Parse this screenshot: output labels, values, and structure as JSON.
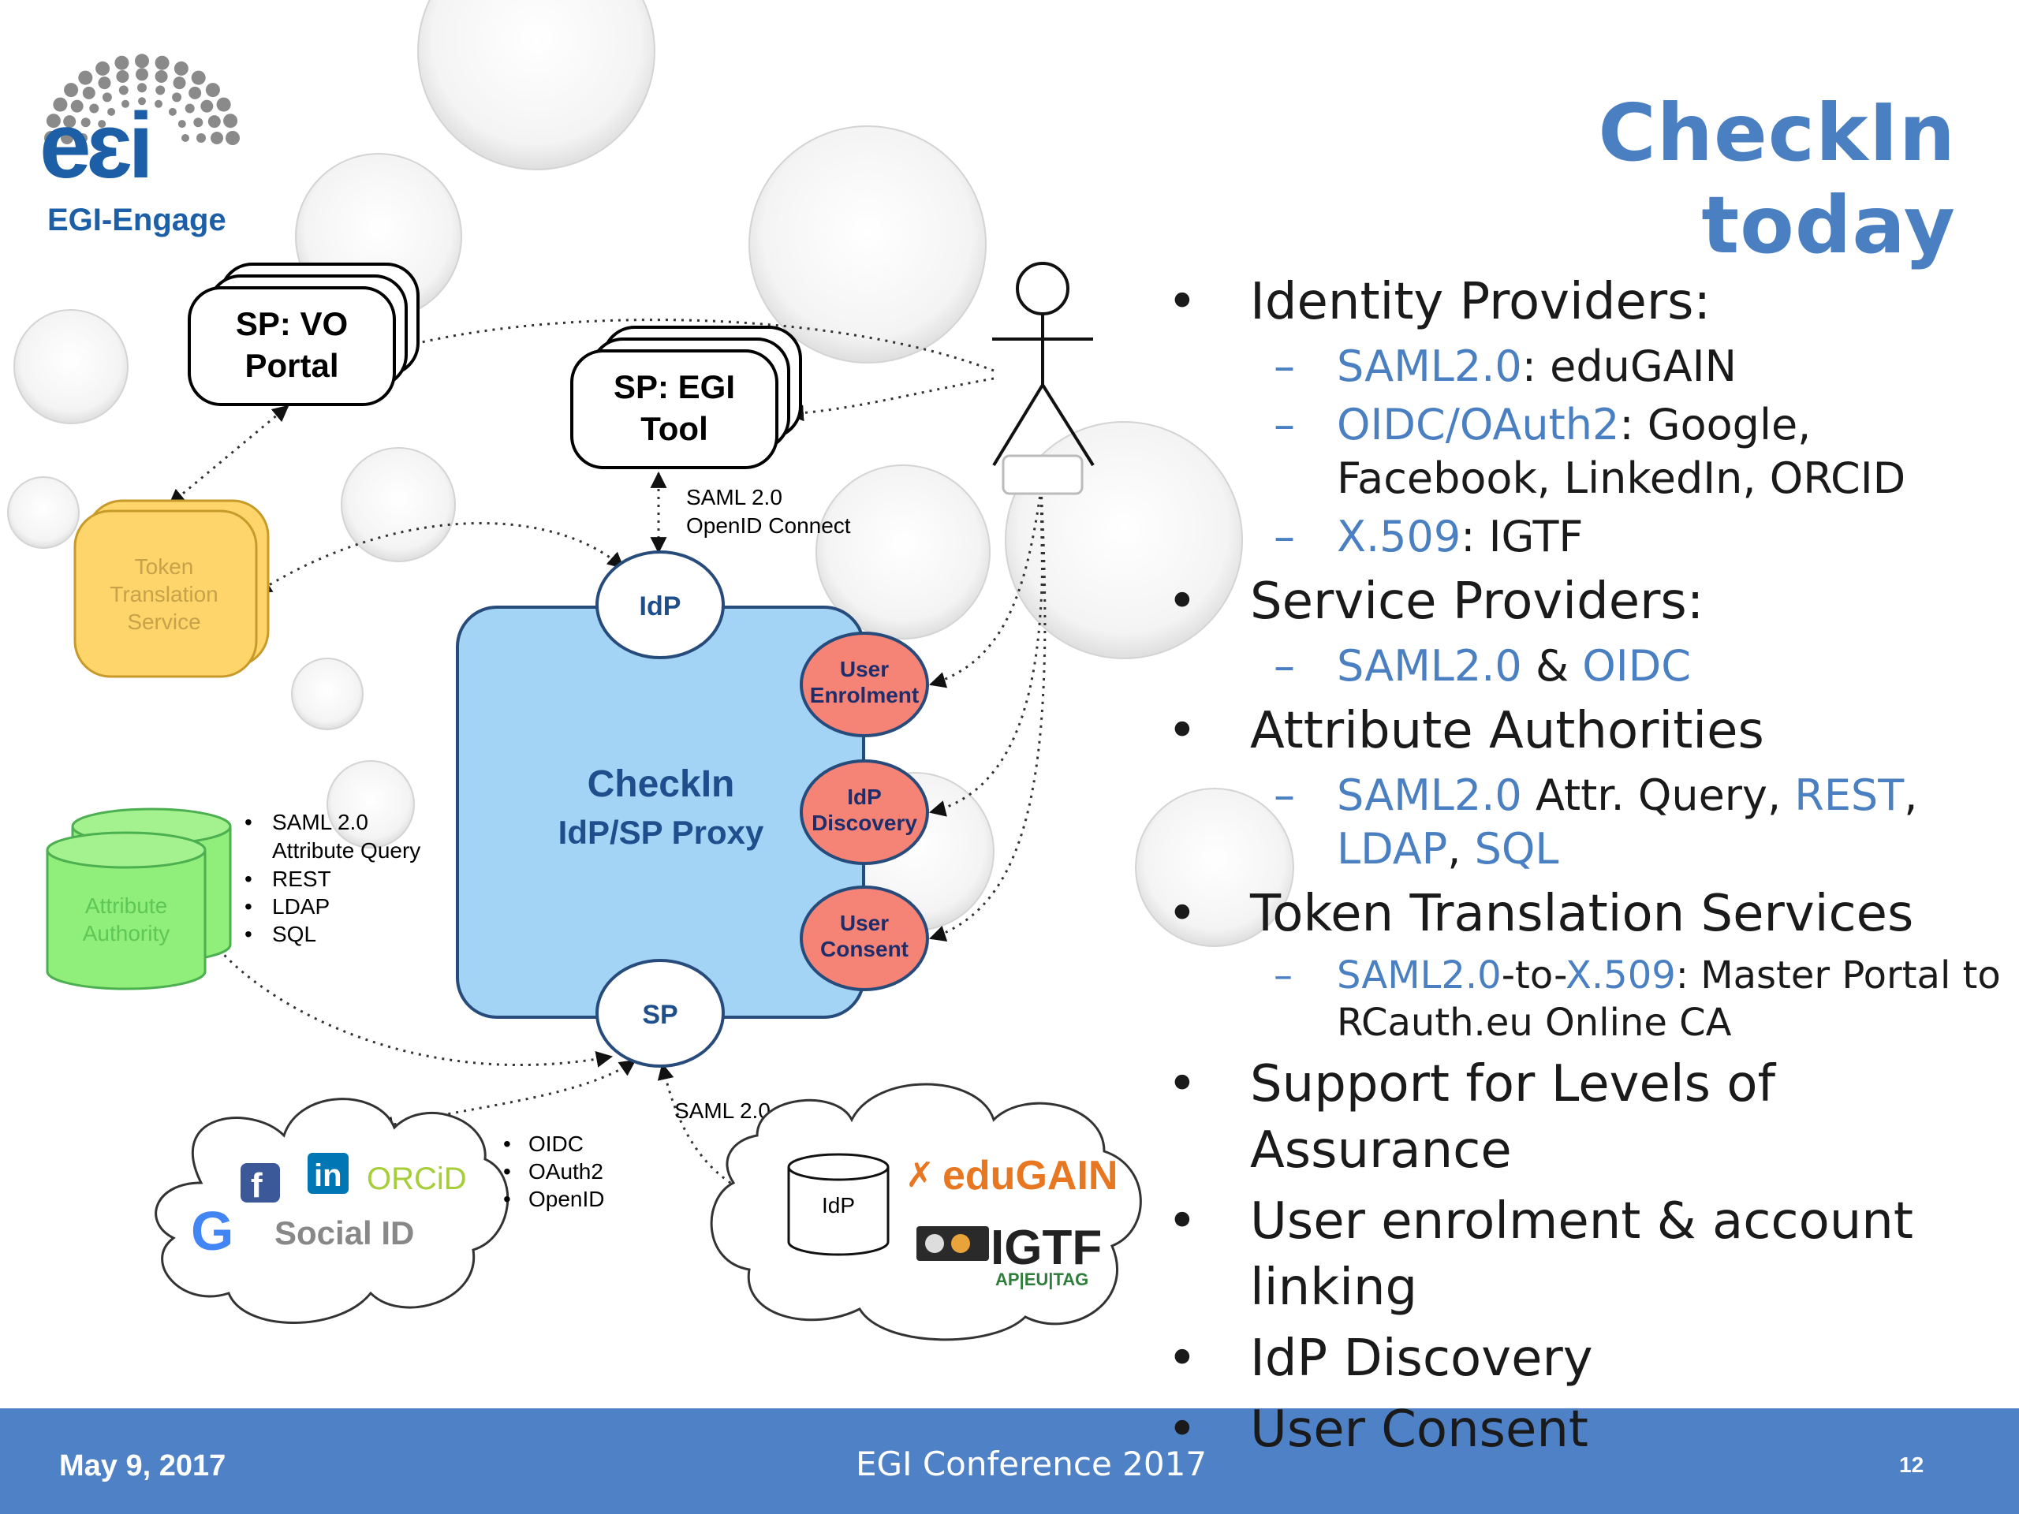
{
  "slide": {
    "title": "CheckIn today",
    "logo": {
      "text": "EGI-Engage",
      "brand_color": "#1d5fa6"
    }
  },
  "diagram": {
    "sp_vo": [
      "SP: VO",
      "Portal"
    ],
    "sp_egi": [
      "SP: EGI",
      "Tool"
    ],
    "sp_egi_protocols": [
      "SAML 2.0",
      "OpenID Connect"
    ],
    "token_translation": [
      "Token",
      "Translation",
      "Service"
    ],
    "attribute_authority": [
      "Attribute",
      "Authority"
    ],
    "aa_protocols": [
      "SAML 2.0",
      "Attribute Query",
      "REST",
      "LDAP",
      "SQL"
    ],
    "proxy": [
      "CheckIn",
      "IdP/SP Proxy"
    ],
    "idp": "IdP",
    "sp": "SP",
    "user_enrolment": [
      "User",
      "Enrolment"
    ],
    "idp_discovery": [
      "IdP",
      "Discovery"
    ],
    "user_consent": [
      "User",
      "Consent"
    ],
    "saml_label": "SAML 2.0",
    "social_protocols": [
      "OIDC",
      "OAuth2",
      "OpenID"
    ],
    "social_id": "Social ID",
    "orcid": "ORCiD",
    "linkedin": "in",
    "facebook": "f",
    "google": "G",
    "cloud_idp": "IdP",
    "edugain": "eduGAIN",
    "igtf": "IGTF",
    "igtf_sub": "AP|EU|TAG",
    "colors": {
      "proxy_fill": "#a3d4f5",
      "token_fill": "#fdd56b",
      "aa_fill": "#90ee7a",
      "oval_fill": "#f58477",
      "proxy_text": "#1f4e8c"
    }
  },
  "bullets": [
    {
      "text": "Identity Providers:",
      "subs": [
        [
          {
            "t": "SAML2.0",
            "h": true
          },
          {
            "t": ": eduGAIN"
          }
        ],
        [
          {
            "t": "OIDC/OAuth2",
            "h": true
          },
          {
            "t": ": Google, Facebook, LinkedIn, ORCID"
          }
        ],
        [
          {
            "t": "X.509",
            "h": true
          },
          {
            "t": ": IGTF"
          }
        ]
      ]
    },
    {
      "text": "Service Providers:",
      "subs": [
        [
          {
            "t": "SAML2.0",
            "h": true
          },
          {
            "t": " & "
          },
          {
            "t": "OIDC",
            "h": true
          }
        ]
      ]
    },
    {
      "text": "Attribute Authorities",
      "subs": [
        [
          {
            "t": "SAML2.0",
            "h": true
          },
          {
            "t": " Attr. Query, "
          },
          {
            "t": "REST",
            "h": true
          },
          {
            "t": ", "
          },
          {
            "t": "LDAP",
            "h": true
          },
          {
            "t": ", "
          },
          {
            "t": "SQL",
            "h": true
          }
        ]
      ]
    },
    {
      "text": "Token Translation Services",
      "small": true,
      "subs": [
        [
          {
            "t": "SAML2.0",
            "h": true
          },
          {
            "t": "-to-"
          },
          {
            "t": "X.509",
            "h": true
          },
          {
            "t": ": Master Portal to RCauth.eu Online CA"
          }
        ]
      ]
    },
    {
      "text": "Support for Levels of Assurance",
      "subs": []
    },
    {
      "text": "User enrolment & account linking",
      "subs": []
    },
    {
      "text": "IdP Discovery",
      "subs": []
    },
    {
      "text": "User Consent",
      "subs": []
    }
  ],
  "footer": {
    "date": "May 9, 2017",
    "conference": "EGI Conference 2017",
    "page": "12"
  }
}
